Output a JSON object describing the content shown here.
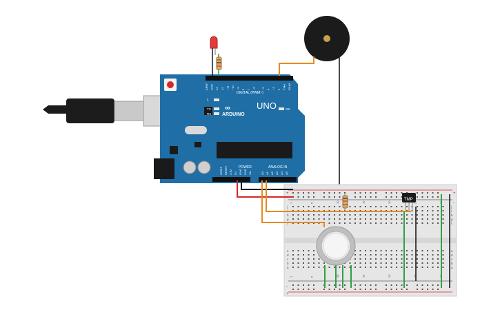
{
  "board": {
    "brand": "ARDUINO",
    "model": "UNO",
    "digital_header": "DIGITAL (PWM~)",
    "power_header": "POWER",
    "analog_header": "ANALOG IN",
    "on_label": "ON",
    "led_l": "L",
    "led_tx": "TX",
    "led_rx": "RX",
    "digital_pins": [
      "AREF",
      "GND",
      "13",
      "12",
      "~11",
      "~10",
      "~9",
      "8",
      "7",
      "~6",
      "~5",
      "4",
      "~3",
      "2",
      "TX▸1",
      "RX◂0"
    ],
    "power_pins": [
      "IOREF",
      "RESET",
      "3.3V",
      "5V",
      "GND",
      "GND",
      "Vin"
    ],
    "analog_pins": [
      "A0",
      "A1",
      "A2",
      "A3",
      "A4",
      "A5"
    ]
  },
  "sensor": {
    "label": "TMP"
  },
  "breadboard": {
    "rails": [
      "+",
      "-"
    ],
    "row_letters_top": [
      "j",
      "i",
      "h",
      "g",
      "f"
    ],
    "row_letters_bottom": [
      "e",
      "d",
      "c",
      "b",
      "a"
    ],
    "column_numbers": [
      "1",
      "5",
      "10",
      "15",
      "20",
      "25",
      "30"
    ]
  },
  "colors": {
    "board": "#1f6fa6",
    "wire_red": "#d6262a",
    "wire_orange": "#e8891e",
    "wire_black": "#1b1b1b",
    "wire_green": "#2ea043"
  }
}
